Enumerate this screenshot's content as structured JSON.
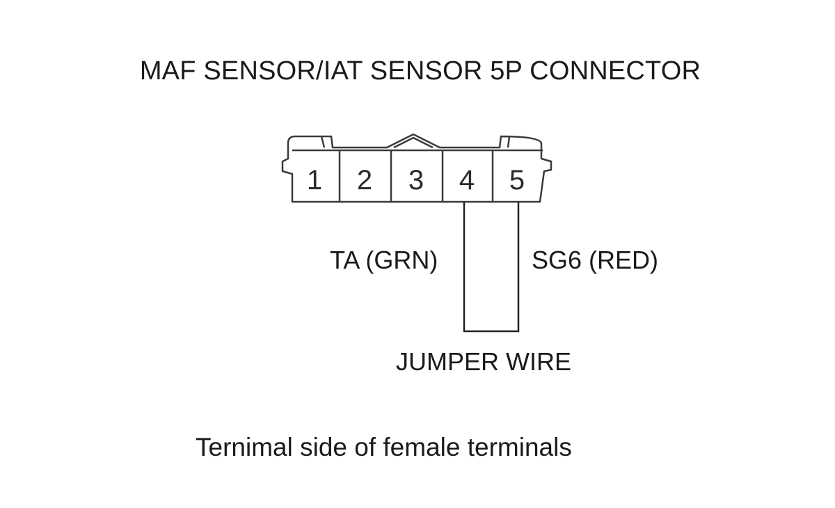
{
  "diagram": {
    "title": "MAF SENSOR/IAT SENSOR 5P CONNECTOR",
    "connector": {
      "pins": [
        "1",
        "2",
        "3",
        "4",
        "5"
      ]
    },
    "wires": {
      "left_label": "TA (GRN)",
      "right_label": "SG6 (RED)",
      "jumper_label": "JUMPER WIRE"
    },
    "caption": "Ternimal side of female terminals"
  }
}
